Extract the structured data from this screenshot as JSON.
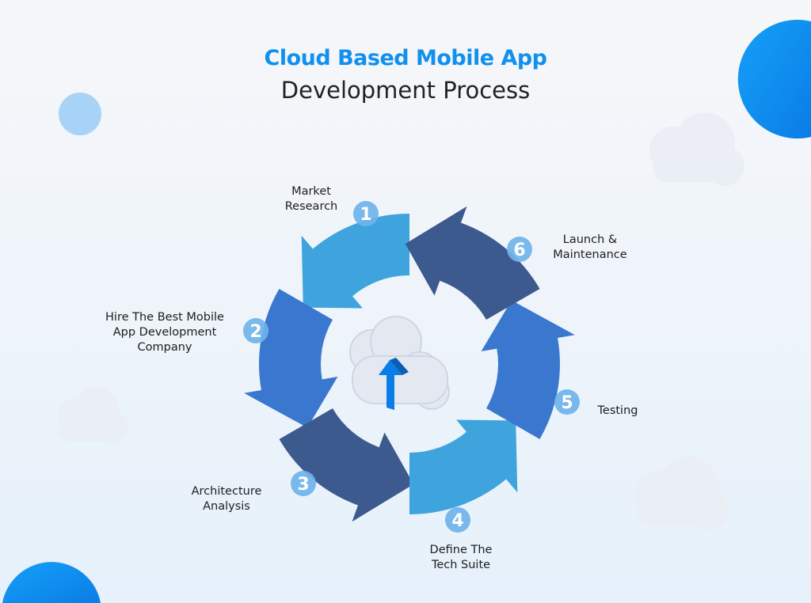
{
  "title": {
    "line1": "Cloud Based Mobile App",
    "line2": "Development Process"
  },
  "colors": {
    "accent": "#1190ee",
    "light_blue": "#3fa4de",
    "mid_blue": "#3a78d0",
    "dark_blue": "#3d5a8e",
    "badge": "#6fb3ea"
  },
  "steps": [
    {
      "number": "1",
      "label": "Market Research",
      "lines": [
        "Market",
        "Research"
      ]
    },
    {
      "number": "2",
      "label": "Hire The Best Mobile App Development Company",
      "lines": [
        "Hire The Best Mobile",
        "App Development",
        "Company"
      ]
    },
    {
      "number": "3",
      "label": "Architecture Analysis",
      "lines": [
        "Architecture",
        "Analysis"
      ]
    },
    {
      "number": "4",
      "label": "Define The Tech Suite",
      "lines": [
        "Define The",
        "Tech Suite"
      ]
    },
    {
      "number": "5",
      "label": "Testing",
      "lines": [
        "Testing"
      ]
    },
    {
      "number": "6",
      "label": "Launch & Maintenance",
      "lines": [
        "Launch &",
        "Maintenance"
      ]
    }
  ]
}
